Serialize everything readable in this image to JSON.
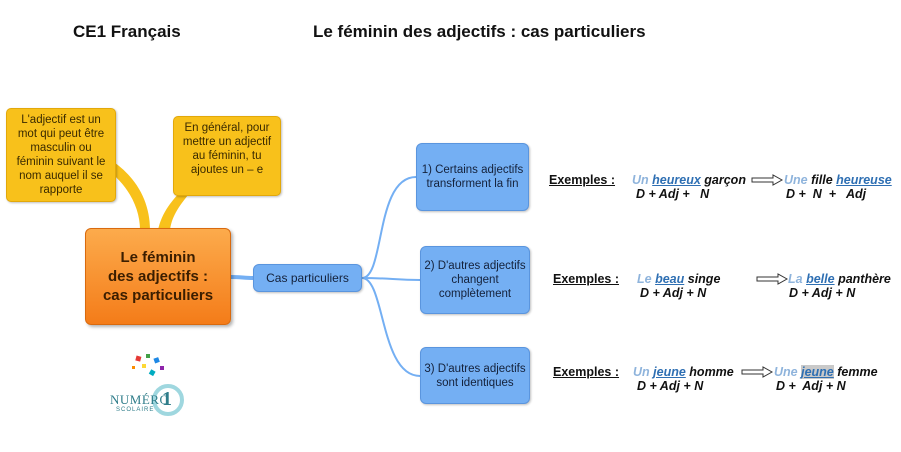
{
  "header": {
    "course": "CE1 Français",
    "title": "Le féminin des adjectifs : cas particuliers"
  },
  "notes": {
    "left": "L'adjectif est un mot qui peut être masculin ou féminin suivant le nom auquel il se rapporte",
    "right": "En général, pour mettre un adjectif au féminin, tu ajoutes un – e"
  },
  "central": {
    "line1": "Le féminin",
    "line2": "des adjectifs :",
    "line3": "cas particuliers"
  },
  "hub": "Cas particuliers",
  "branches": [
    {
      "label": "1) Certains adjectifs transforment la fin",
      "examples_label": "Exemples :",
      "masc": {
        "det": "Un",
        "adj": "heureux",
        "noun": "garçon"
      },
      "masc_formula": "D + Adj +   N",
      "fem": {
        "det": "Une",
        "noun": "fille",
        "adj": "heureuse"
      },
      "fem_formula": "D +  N  +   Adj"
    },
    {
      "label": "2) D'autres adjectifs changent complètement",
      "examples_label": "Exemples :",
      "masc": {
        "det": "Le",
        "adj": "beau",
        "noun": "singe"
      },
      "masc_formula": "D + Adj + N",
      "fem": {
        "det": "La",
        "adj": "belle",
        "noun": "panthère"
      },
      "fem_formula": "D + Adj + N"
    },
    {
      "label": "3) D'autres adjectifs sont identiques",
      "examples_label": "Exemples :",
      "masc": {
        "det": "Un",
        "adj": "jeune",
        "noun": "homme"
      },
      "masc_formula": "D + Adj + N",
      "fem": {
        "det": "Une",
        "adj": "jeune",
        "noun": "femme"
      },
      "fem_formula": "D +  Adj + N"
    }
  ],
  "logo": {
    "text_top": "NUMÉRO",
    "text_bottom": "SCOLAIRE",
    "number": "1"
  },
  "colors": {
    "note": "#f8c11b",
    "central": "#f47c19",
    "branch": "#74aff3",
    "connector": "#74aff3",
    "note_connector": "#f8c11b"
  }
}
